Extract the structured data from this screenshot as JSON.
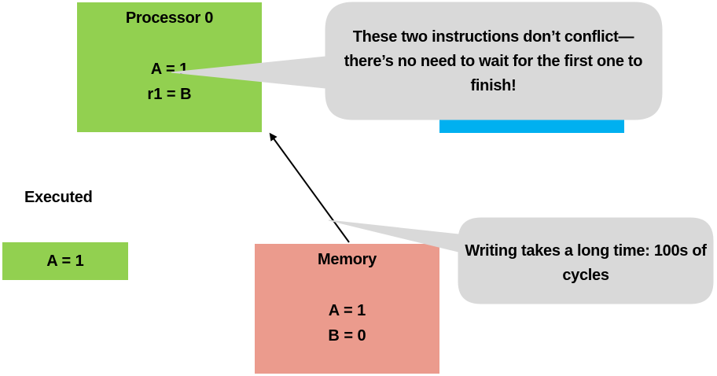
{
  "processor0": {
    "title": "Processor 0",
    "instructions": [
      "A = 1",
      "r1 = B"
    ]
  },
  "executed": {
    "label": "Executed",
    "items": [
      "A = 1"
    ]
  },
  "memory": {
    "title": "Memory",
    "values": [
      "A = 1",
      "B = 0"
    ]
  },
  "callouts": {
    "no_conflict": "These two instructions don’t conflict—there’s no need to wait for the first one to finish!",
    "write_latency": "Writing takes a long time: 100s of cycles"
  },
  "colors": {
    "processor": "#92d050",
    "executed": "#92d050",
    "memory": "#eb9b8d",
    "pending_bar": "#00b0f0",
    "callout": "#d9d9d9"
  }
}
